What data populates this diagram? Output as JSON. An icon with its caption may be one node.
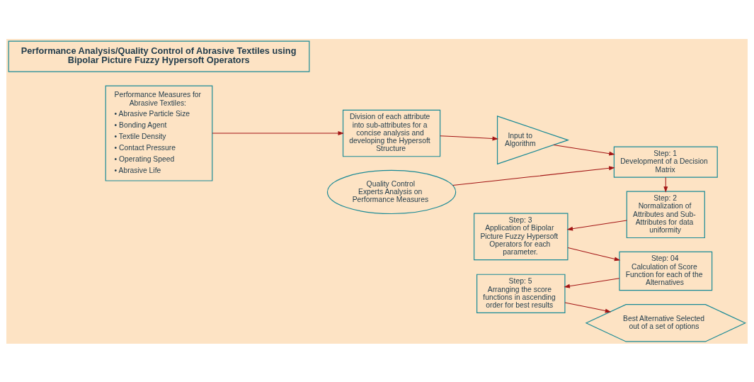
{
  "diagram": {
    "nodes": [
      {
        "text": [
          "Performance Analysis/Quality Control of Abrasive Textiles using Bipolar Picture Fuzzy Hypersoft Operators"
        ]
      },
      {
        "text": [
          "Performance Measures for Abrasive Textiles:",
          "• Abrasive Particle Size",
          "• Bonding Agent",
          "• Textile Density",
          "• Contact Pressure",
          "• Operating Speed",
          "• Abrasive Life"
        ]
      },
      {
        "text": [
          "Division of each attribute into sub-attributes for a concise analysis and developing the Hypersoft Structure"
        ]
      },
      {
        "text": [
          "Input to Algorithm"
        ]
      },
      {
        "text": [
          "Step: 1",
          "Development of a Decision Matrix"
        ]
      },
      {
        "text": [
          "Quality Control Experts Analysis on Performance Measures"
        ]
      },
      {
        "text": [
          "Step: 3",
          "Application of Bipolar Picture Fuzzy Hypersoft Operators for each parameter."
        ]
      },
      {
        "text": [
          "Step: 2",
          "Normalization of Attributes and Sub-Attributes for data uniformity"
        ]
      },
      {
        "text": [
          "Step: 04",
          "Calculation of Score Function for each of the Alternatives"
        ]
      },
      {
        "text": [
          "Step: 5",
          "Arranging the score functions in ascending order for best results"
        ]
      },
      {
        "text": [
          "Best Alternative Selected out of a set of options"
        ]
      }
    ],
    "edges": [
      {
        "from": 1,
        "to": 2,
        "arrow": "to"
      },
      {
        "from": 2,
        "to": 3,
        "arrow": "to"
      },
      {
        "from": 3,
        "to": 4,
        "arrow": "to"
      },
      {
        "from": 5,
        "to": 4,
        "arrow": "to"
      },
      {
        "from": 4,
        "to": 7,
        "arrow": "to"
      },
      {
        "from": 7,
        "to": 6,
        "arrow": "to"
      },
      {
        "from": 6,
        "to": 8,
        "arrow": "to"
      },
      {
        "from": 8,
        "to": 9,
        "arrow": "to"
      },
      {
        "from": 9,
        "to": 10,
        "arrow": "to"
      }
    ]
  }
}
